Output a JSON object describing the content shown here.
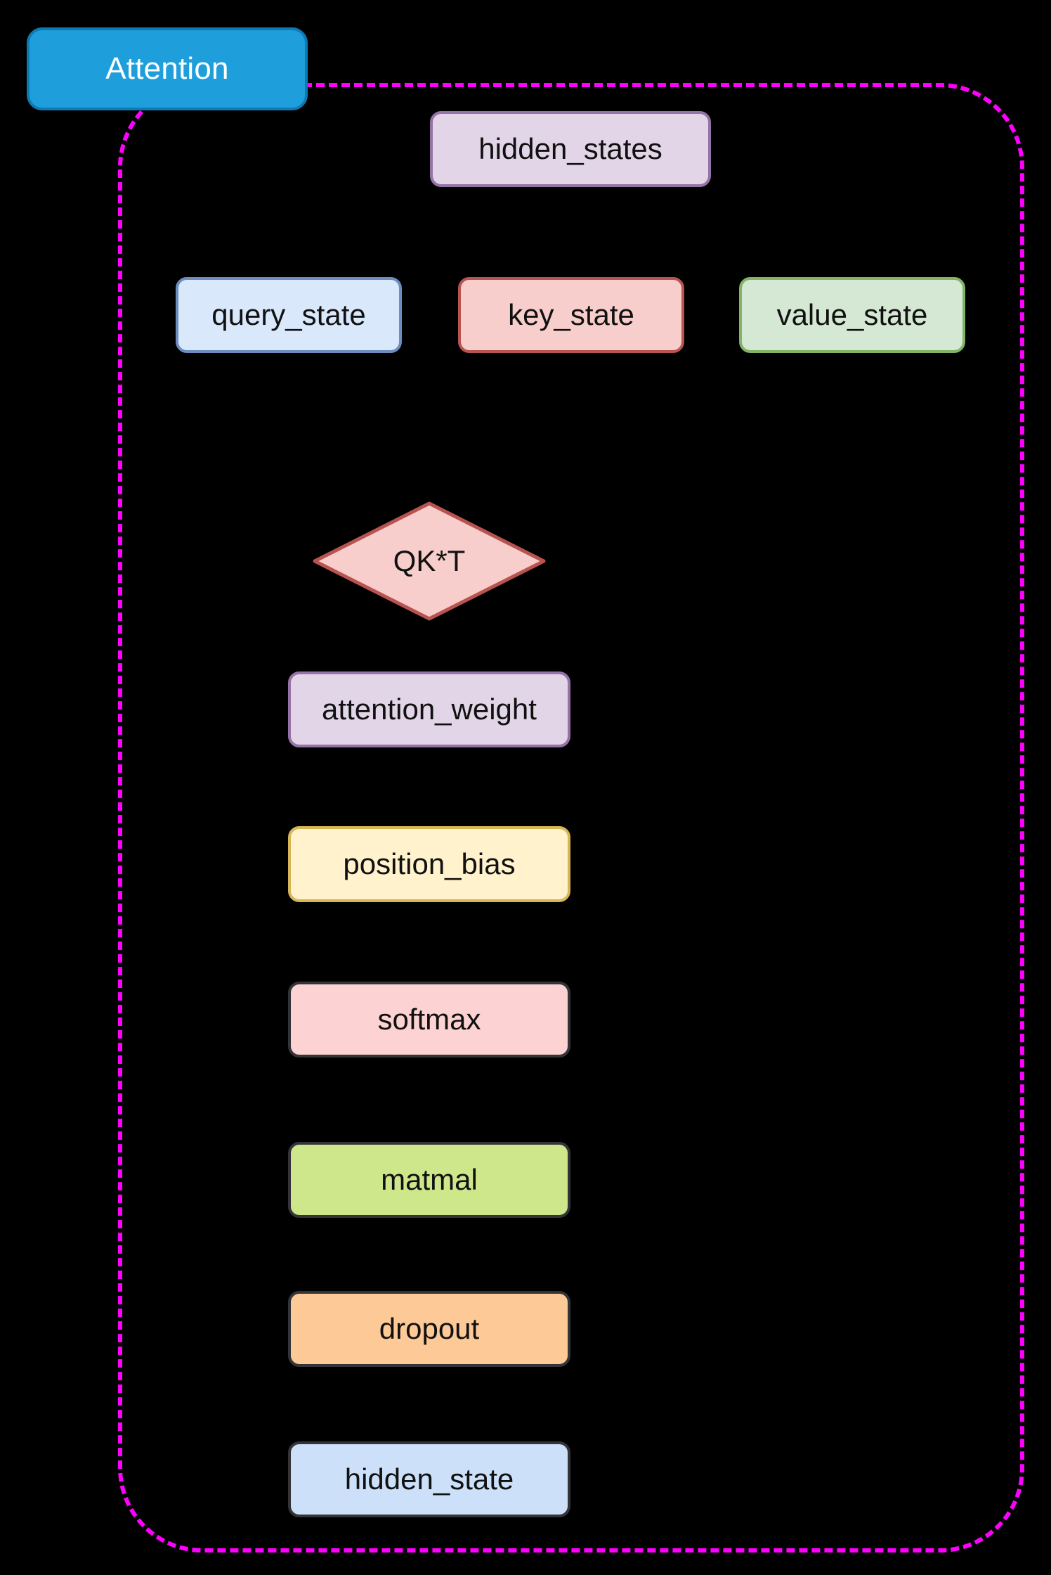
{
  "diagram": {
    "type": "flowchart",
    "title": "Attention",
    "subgraph": {
      "label": "Attention",
      "border_color": "#ff00ff",
      "border_style": "dashed",
      "title_fill": "#1e9fdc",
      "title_stroke": "#0e7ab3",
      "title_text_color": "#ffffff"
    },
    "background_color": "#000000",
    "nodes": [
      {
        "id": "hidden_states",
        "label": "hidden_states",
        "shape": "rounded-rect",
        "fill": "#e1d5e7",
        "stroke": "#9673a6",
        "text_color": "#111111"
      },
      {
        "id": "query_state",
        "label": "query_state",
        "shape": "rounded-rect",
        "fill": "#dae8fc",
        "stroke": "#6c8ebf",
        "text_color": "#111111"
      },
      {
        "id": "key_state",
        "label": "key_state",
        "shape": "rounded-rect",
        "fill": "#f8cecc",
        "stroke": "#b85450",
        "text_color": "#111111"
      },
      {
        "id": "value_state",
        "label": "value_state",
        "shape": "rounded-rect",
        "fill": "#d5e8d4",
        "stroke": "#82b366",
        "text_color": "#111111"
      },
      {
        "id": "qkt",
        "label": "QK*T",
        "shape": "diamond",
        "fill": "#f8cecc",
        "stroke": "#b85450",
        "text_color": "#111111"
      },
      {
        "id": "attention_weight",
        "label": "attention_weight",
        "shape": "rounded-rect",
        "fill": "#e1d5e7",
        "stroke": "#9673a6",
        "text_color": "#111111"
      },
      {
        "id": "position_bias",
        "label": "position_bias",
        "shape": "rounded-rect",
        "fill": "#fff2cc",
        "stroke": "#d6b656",
        "text_color": "#111111"
      },
      {
        "id": "softmax",
        "label": "softmax",
        "shape": "rounded-rect",
        "fill": "#fcd2d2",
        "stroke": "#333338",
        "text_color": "#111111"
      },
      {
        "id": "matmal",
        "label": "matmal",
        "shape": "rounded-rect",
        "fill": "#cee78b",
        "stroke": "#333338",
        "text_color": "#111111"
      },
      {
        "id": "dropout",
        "label": "dropout",
        "shape": "rounded-rect",
        "fill": "#fdc997",
        "stroke": "#333338",
        "text_color": "#111111"
      },
      {
        "id": "hidden_state",
        "label": "hidden_state",
        "shape": "rounded-rect",
        "fill": "#cce0f9",
        "stroke": "#333338",
        "text_color": "#111111"
      }
    ]
  }
}
